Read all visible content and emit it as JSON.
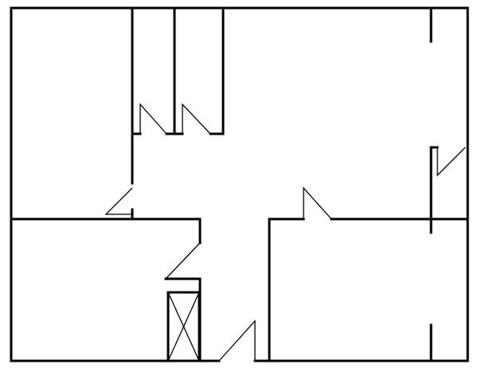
{
  "diagram": {
    "kind": "floor-plan",
    "colors": {
      "background": "#ffffff",
      "line": "#000000"
    },
    "rooms": [
      {
        "id": "room-top-left"
      },
      {
        "id": "closet-left"
      },
      {
        "id": "closet-right"
      },
      {
        "id": "hallway"
      },
      {
        "id": "room-top-right"
      },
      {
        "id": "room-bottom-left"
      },
      {
        "id": "room-bottom-right"
      }
    ],
    "doors": [
      {
        "id": "door-closet-left"
      },
      {
        "id": "door-closet-right"
      },
      {
        "id": "door-room-top-left"
      },
      {
        "id": "door-room-bottom-left"
      },
      {
        "id": "door-room-bottom-right"
      },
      {
        "id": "door-room-top-right"
      },
      {
        "id": "door-east-wall"
      },
      {
        "id": "door-exterior-bottom"
      }
    ],
    "fixtures": [
      {
        "id": "storage-unit",
        "symbol": "box-with-cross"
      }
    ]
  }
}
